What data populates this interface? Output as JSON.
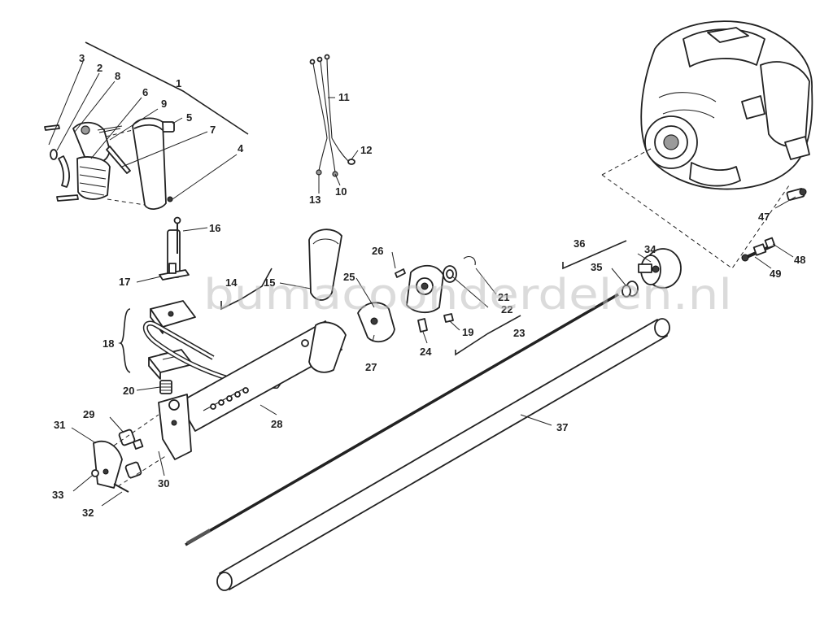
{
  "watermark": "bumacoonderdelen.nl",
  "callouts": [
    "1",
    "2",
    "3",
    "4",
    "5",
    "6",
    "7",
    "8",
    "9",
    "10",
    "11",
    "12",
    "13",
    "14",
    "15",
    "16",
    "17",
    "18",
    "19",
    "20",
    "21",
    "22",
    "23",
    "24",
    "25",
    "26",
    "27",
    "28",
    "29",
    "30",
    "31",
    "32",
    "33",
    "34",
    "35",
    "36",
    "37",
    "47",
    "48",
    "49"
  ]
}
